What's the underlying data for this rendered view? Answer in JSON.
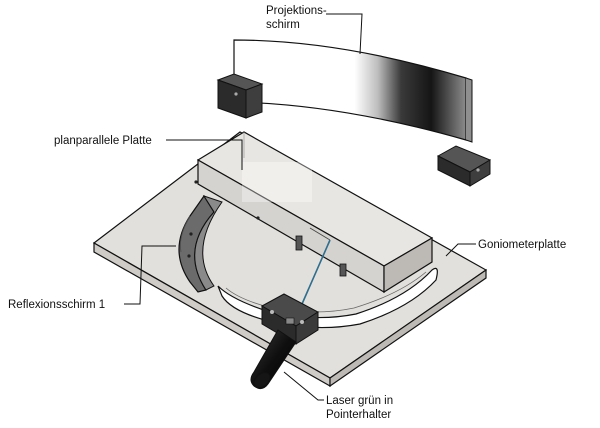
{
  "labels": {
    "projection_screen": {
      "line1": "Projektions-",
      "line2": "schirm"
    },
    "plane_parallel_plate": "planparallele Platte",
    "goniometer_plate": "Goniometerplatte",
    "reflection_screen": "Reflexionsschirm 1",
    "laser": {
      "line1": "Laser grün in",
      "line2": "Pointerhalter"
    }
  },
  "colors": {
    "line": "#111111",
    "base_top": "#e2e0dc",
    "base_side": "#c9c6c1",
    "plate_top": "#e8e6e2",
    "plate_front": "#d5d3cf",
    "plate_side": "#bdbab5",
    "block": "#2b2b2b",
    "laser_beam": "#2e6e8e"
  },
  "icons": {
    "laser_holder": "laser-holder-icon"
  }
}
